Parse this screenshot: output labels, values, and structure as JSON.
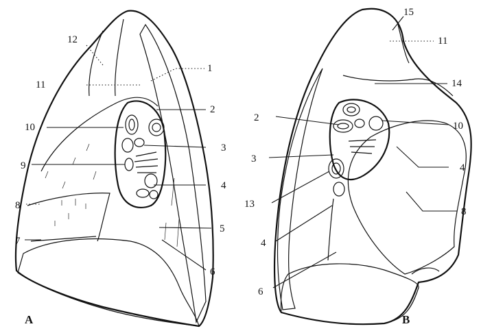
{
  "panels": [
    {
      "id": "A",
      "caption": "A"
    },
    {
      "id": "B",
      "caption": "B"
    }
  ],
  "labels": {
    "A": [
      {
        "text": "12"
      },
      {
        "text": "11"
      },
      {
        "text": "1"
      },
      {
        "text": "2"
      },
      {
        "text": "10"
      },
      {
        "text": "3"
      },
      {
        "text": "9"
      },
      {
        "text": "4"
      },
      {
        "text": "8"
      },
      {
        "text": "5"
      },
      {
        "text": "7"
      },
      {
        "text": "6"
      }
    ],
    "B": [
      {
        "text": "15"
      },
      {
        "text": "11"
      },
      {
        "text": "14"
      },
      {
        "text": "2"
      },
      {
        "text": "10"
      },
      {
        "text": "3"
      },
      {
        "text": "4"
      },
      {
        "text": "13"
      },
      {
        "text": "8"
      },
      {
        "text": "4"
      },
      {
        "text": "6"
      }
    ]
  }
}
